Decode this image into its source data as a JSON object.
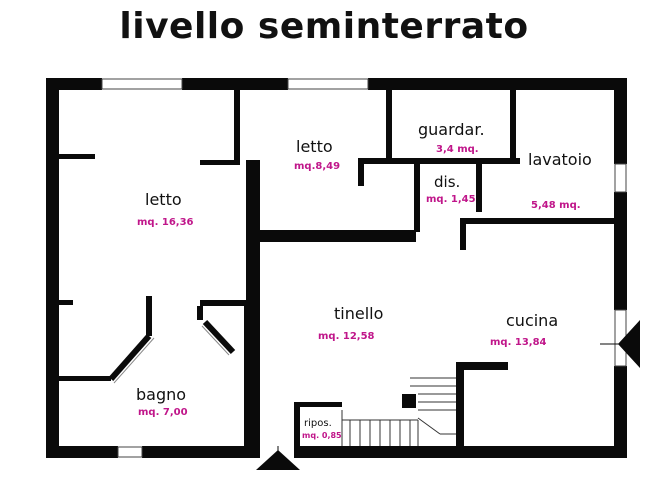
{
  "title": "livello seminterrato",
  "colors": {
    "wall": "#0a0a0a",
    "area_text": "#c0168a",
    "background": "#ffffff"
  },
  "rooms": [
    {
      "id": "letto-1",
      "name": "letto",
      "area": "mq. 16,36"
    },
    {
      "id": "letto-2",
      "name": "letto",
      "area": "mq.8,49"
    },
    {
      "id": "guardaroba",
      "name": "guardar.",
      "area": "3,4 mq."
    },
    {
      "id": "lavatoio",
      "name": "lavatoio",
      "area": "5,48 mq."
    },
    {
      "id": "disimpegno",
      "name": "dis.",
      "area": "mq. 1,45"
    },
    {
      "id": "tinello",
      "name": "tinello",
      "area": "mq. 12,58"
    },
    {
      "id": "cucina",
      "name": "cucina",
      "area": "mq. 13,84"
    },
    {
      "id": "bagno",
      "name": "bagno",
      "area": "mq. 7,00"
    },
    {
      "id": "ripostiglio",
      "name": "ripos.",
      "area": "mq. 0,85"
    }
  ],
  "entrances": [
    "entrance-arrow-bottom",
    "entrance-arrow-right"
  ]
}
